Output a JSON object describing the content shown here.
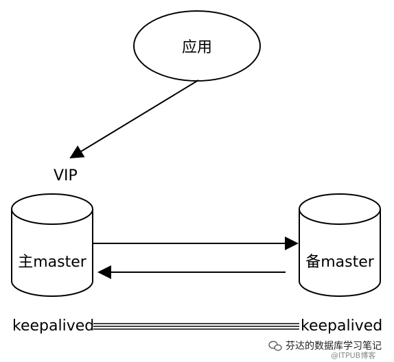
{
  "diagram": {
    "app_label": "应用",
    "vip_label": "VIP",
    "primary_label": "主master",
    "backup_label": "备master",
    "keepalived_left": "keepalived",
    "keepalived_right": "keepalived"
  },
  "watermark": {
    "text": "芬达的数据库学习笔记",
    "source": "@ITPUB博客"
  },
  "colors": {
    "stroke": "#000000",
    "text": "#000000",
    "watermark_text": "#222222",
    "watermark_source": "#888888"
  }
}
